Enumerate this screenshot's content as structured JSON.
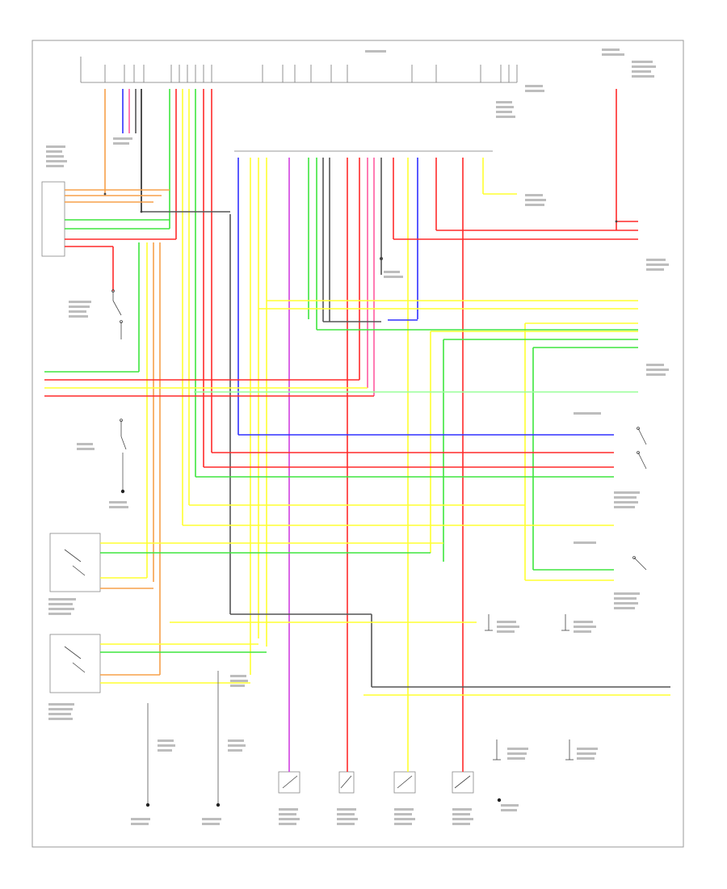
{
  "diagram": {
    "type": "wiring-schematic",
    "page_label": "",
    "text_illegible": true,
    "wire_colors": {
      "orange": "#f7a04a",
      "blue": "#3030ff",
      "pink": "#ff5aa0",
      "green": "#3ee63e",
      "red": "#ff2a2a",
      "yellow": "#ffff30",
      "light_green": "#9aff9a",
      "gray": "#555555",
      "violet": "#d040e0",
      "black": "#222222"
    },
    "switch_glyph": "switch-symbol",
    "ground_glyph": "ground-symbol"
  }
}
